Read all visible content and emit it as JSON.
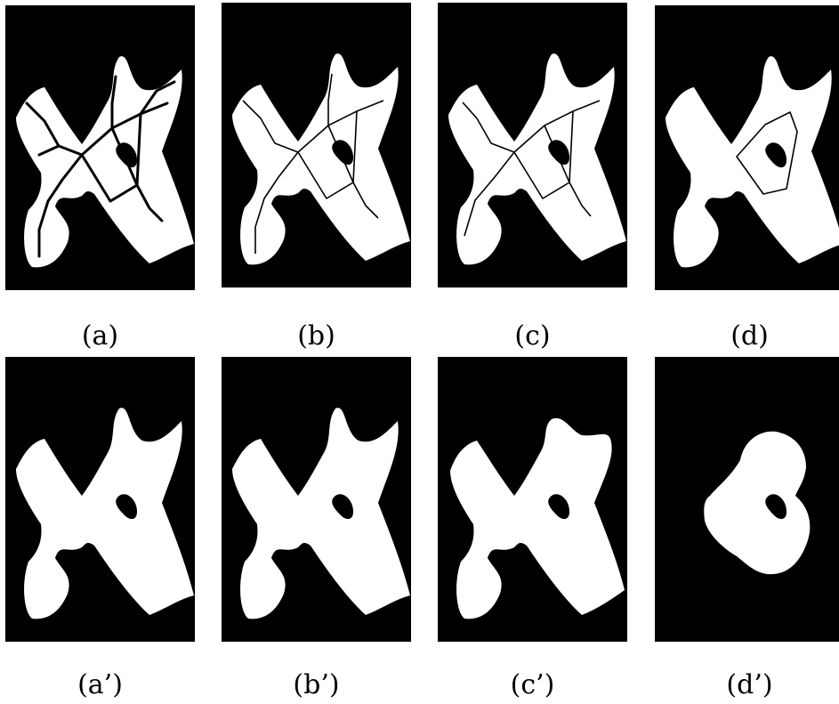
{
  "figure": {
    "panels": [
      {
        "id": "a",
        "caption": "(a)",
        "skeleton": "full"
      },
      {
        "id": "b",
        "caption": "(b)",
        "skeleton": "pruned"
      },
      {
        "id": "c",
        "caption": "(c)",
        "skeleton": "more-pruned"
      },
      {
        "id": "d",
        "caption": "(d)",
        "skeleton": "loop-only"
      },
      {
        "id": "a2",
        "caption": "(a’)",
        "skeleton": "none"
      },
      {
        "id": "b2",
        "caption": "(b’)",
        "skeleton": "none"
      },
      {
        "id": "c2",
        "caption": "(c’)",
        "skeleton": "none"
      },
      {
        "id": "d2",
        "caption": "(d’)",
        "skeleton": "none"
      }
    ],
    "colors": {
      "background": "#000000",
      "shape": "#ffffff",
      "skeleton": "#000000"
    }
  }
}
